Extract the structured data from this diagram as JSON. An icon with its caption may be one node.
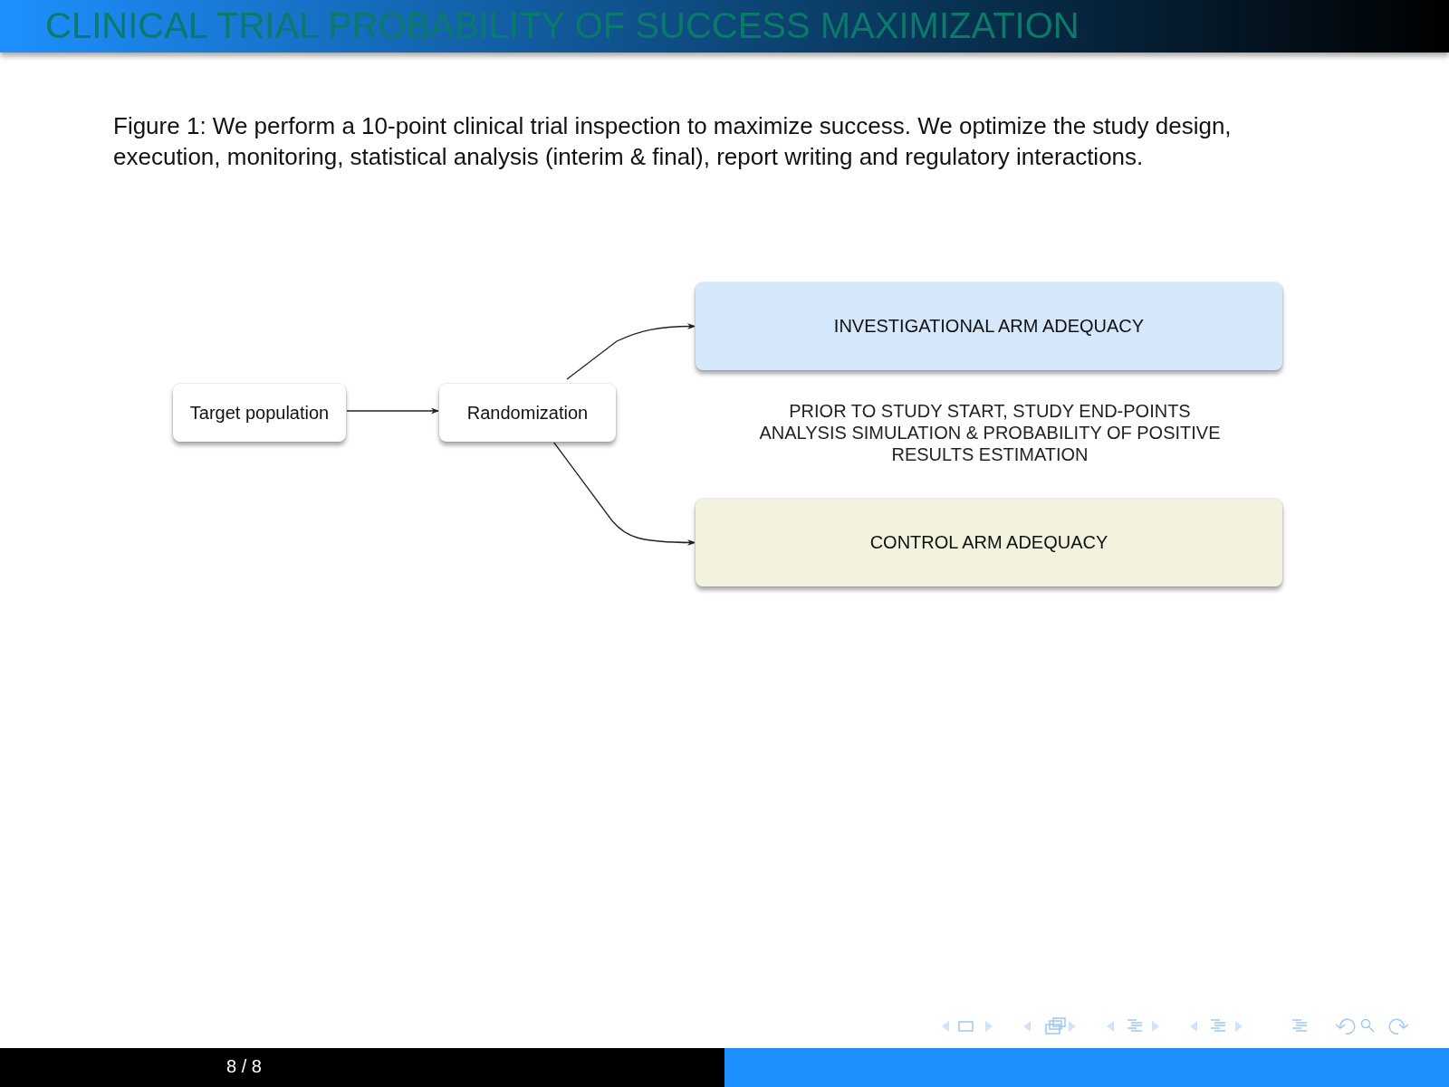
{
  "diagram": {
    "title": "CLINICAL TRIAL PROBABILITY OF SUCCESS MAXIMIZATION",
    "caption": "Figure 1: We perform a 10-point clinical trial inspection to maximize success. We optimize the study design, execution, monitoring, statistical analysis (interim & final), report writing and regulatory interactions.",
    "nodes": [
      {
        "text": [
          "Target population"
        ]
      },
      {
        "text": [
          "Randomization"
        ]
      },
      {
        "text": [
          "INVESTIGATIONAL ARM ADEQUACY"
        ]
      },
      {
        "text": [
          "CONTROL ARM ADEQUACY"
        ]
      }
    ],
    "edges": [
      {
        "from": 0,
        "to": 1,
        "arrow": "to"
      },
      {
        "from": 1,
        "to": 2,
        "arrow": "to"
      },
      {
        "from": 1,
        "to": 3,
        "arrow": "to"
      }
    ],
    "labels": [
      "PRIOR TO STUDY START, STUDY END-POINTS ANALYSIS SIMULATION & PROBABILITY OF POSITIVE RESULTS ESTIMATION",
      "8 / 8"
    ]
  }
}
